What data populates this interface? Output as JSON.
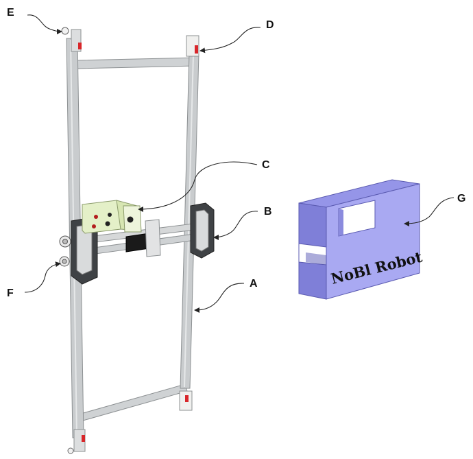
{
  "labels": {
    "A": "A",
    "B": "B",
    "C": "C",
    "D": "D",
    "E": "E",
    "F": "F",
    "G": "G"
  },
  "cover_text": "NoBl Robot",
  "colors": {
    "rail": "#c9ccce",
    "rail_dark": "#8c9092",
    "rail_light": "#e6e8e9",
    "clamp": "#3f4245",
    "board": "#e4f0c8",
    "accent": "#d8262a",
    "cover_front": "#a9a9f2",
    "cover_side": "#7f7fd8",
    "cover_top": "#9595e8"
  }
}
